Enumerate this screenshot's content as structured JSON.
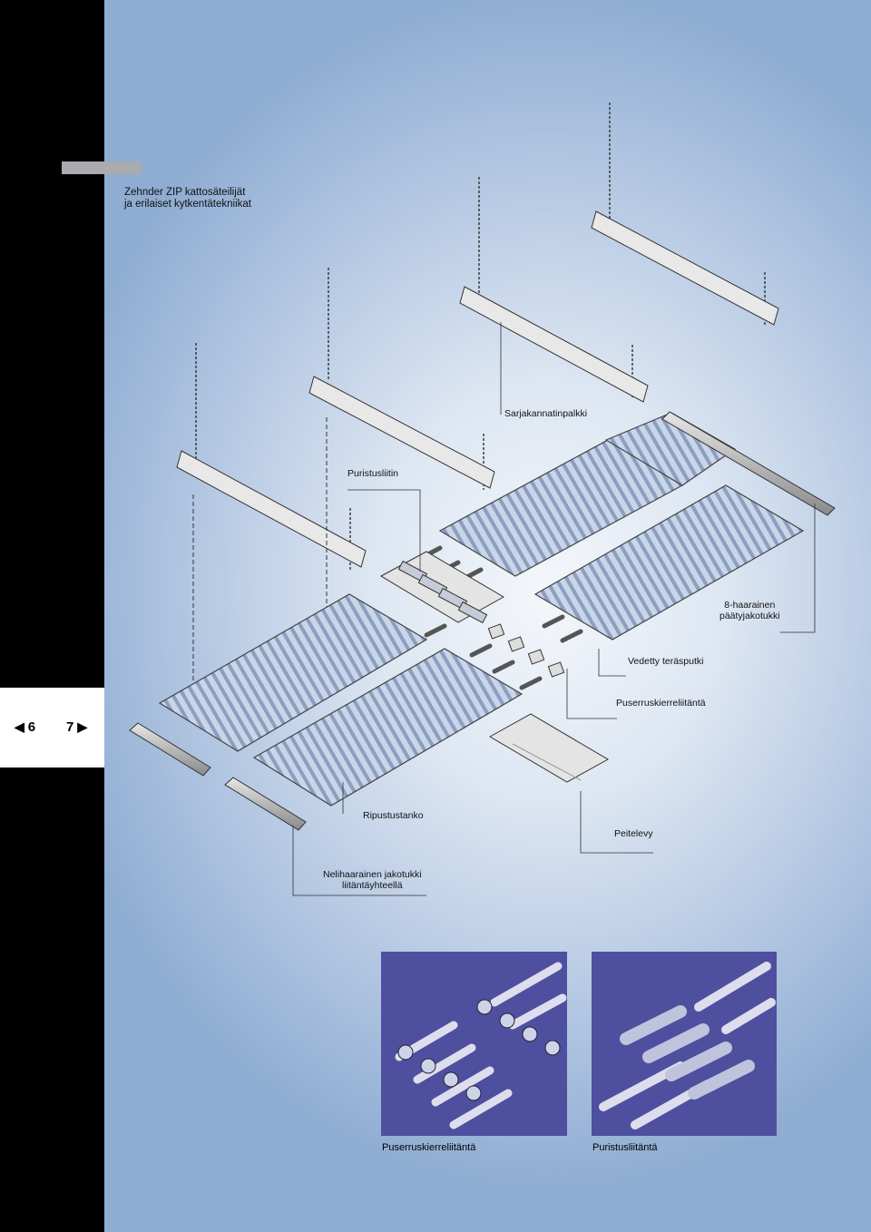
{
  "header": {
    "title_line1": "Zehnder ZIP kattosäteilijät",
    "title_line2": "ja erilaiset kytkentätekniikat"
  },
  "navigation": {
    "prev_page": "6",
    "next_page": "7"
  },
  "labels": {
    "sarjakannatinpalkki": "Sarjakannatinpalkki",
    "puristusliitin": "Puristusliitin",
    "paatyjakotukki_line1": "8-haarainen",
    "paatyjakotukki_line2": "päätyjakotukki",
    "vedetty_terasputki": "Vedetty teräsputki",
    "puserruskierreliitanta": "Puserruskierreliitäntä",
    "ripustustanko": "Ripustustanko",
    "peitelevy": "Peitelevy",
    "nelihaarainen_line1": "Nelihaarainen jakotukki",
    "nelihaarainen_line2": "liitäntäyhteellä"
  },
  "detail_images": [
    {
      "caption": "Puserruskierreliitäntä",
      "icon": "compression-fitting-illustration"
    },
    {
      "caption": "Puristusliitäntä",
      "icon": "press-fitting-illustration"
    }
  ],
  "colors": {
    "sidebar": "#000000",
    "background_edge": "#8fadd2",
    "background_center": "#f4f7fb",
    "detail_panel": "#4f4fa0",
    "title_bar": "#a9abae"
  }
}
